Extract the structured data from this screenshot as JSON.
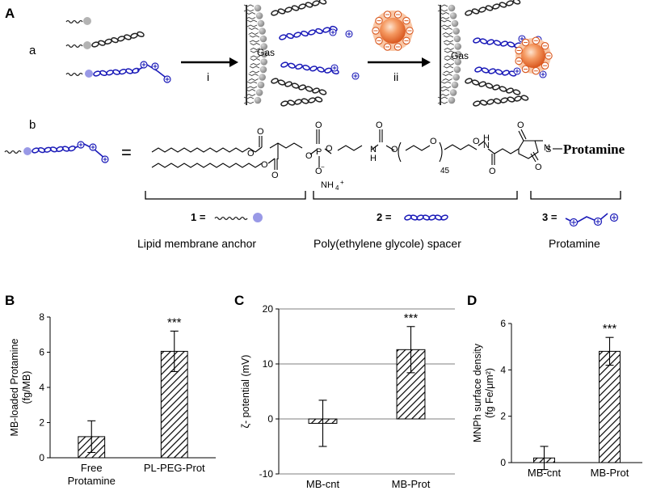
{
  "panel_A": {
    "letter": "A",
    "sub_a": "a",
    "step_i": "i",
    "step_ii": "ii",
    "gas_label": "Gas",
    "gas_label_2": "Gas"
  },
  "panel_b": {
    "letter": "b",
    "equals": "=",
    "chem": {
      "protamine": "Protamine",
      "s": "S",
      "nh4": "NH",
      "nh4_sup": "4",
      "nh4_plus": "+",
      "n45": "45",
      "o_minus": "O",
      "o_minus_sup": "−"
    },
    "legend": [
      {
        "key": "1 =",
        "caption": "Lipid membrane  anchor"
      },
      {
        "key": "2 =",
        "caption": "Poly(ethylene glycole) spacer"
      },
      {
        "key": "3 =",
        "caption": "Protamine"
      }
    ]
  },
  "chart_data": [
    {
      "panel": "B",
      "type": "bar",
      "categories": [
        "Free\nProtamine",
        "PL-PEG-Prot"
      ],
      "category_lines": [
        [
          "Free",
          "Protamine"
        ],
        [
          "PL-PEG-Prot"
        ]
      ],
      "values": [
        1.2,
        6.05
      ],
      "errors": [
        0.9,
        1.15
      ],
      "significance": [
        "",
        "***"
      ],
      "ylabel": "MB-loaded Protamine\n(fg/MB)",
      "ylabel_lines": [
        "MB-loaded Protamine",
        "(fg/MB)"
      ],
      "ylim": [
        0,
        8
      ],
      "yticks": [
        0,
        2,
        4,
        6,
        8
      ],
      "grid": false
    },
    {
      "panel": "C",
      "type": "bar",
      "categories": [
        "MB-cnt",
        "MB-Prot"
      ],
      "category_lines": [
        [
          "MB-cnt"
        ],
        [
          "MB-Prot"
        ]
      ],
      "values": [
        -0.8,
        12.6
      ],
      "errors": [
        4.2,
        4.2
      ],
      "significance": [
        "",
        "***"
      ],
      "ylabel": "ζ- potential (mV)",
      "ylabel_lines": [
        "ζ- potential (mV)"
      ],
      "ylim": [
        -10,
        20
      ],
      "yticks": [
        -10,
        0,
        10,
        20
      ],
      "grid": true
    },
    {
      "panel": "D",
      "type": "bar",
      "categories": [
        "MB-cnt",
        "MB-Prot"
      ],
      "category_lines": [
        [
          "MB-cnt"
        ],
        [
          "MB-Prot"
        ]
      ],
      "values": [
        0.2,
        4.8
      ],
      "errors": [
        0.5,
        0.6
      ],
      "significance": [
        "",
        "***"
      ],
      "ylabel": "MNPh surface density\n(fg Fe/μm²)",
      "ylabel_lines": [
        "MNPh surface density",
        "(fg Fe/μm²)"
      ],
      "ylim": [
        0,
        6
      ],
      "yticks": [
        0,
        2,
        4,
        6
      ],
      "grid": false
    }
  ],
  "colors": {
    "peg_blue": "#1a1ab8",
    "anchor_head": "#9999e6",
    "lipid_gray": "#9a9a9a",
    "particle_orange": "#f07b3f",
    "particle_halo": "#f6b08a"
  }
}
